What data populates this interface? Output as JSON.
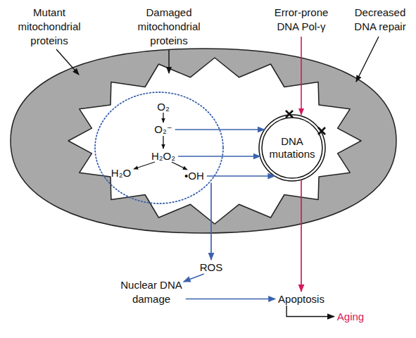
{
  "diagram": {
    "nodes": [
      {
        "text": [
          "O₂",
          "O₂⁻",
          "H₂O₂",
          "H₂O",
          "•OH"
        ]
      },
      {
        "text": [
          "DNA mutations"
        ]
      },
      {
        "text": [
          "ROS"
        ]
      },
      {
        "text": [
          "Nuclear DNA damage"
        ]
      },
      {
        "text": [
          "Apoptosis"
        ]
      },
      {
        "text": [
          "Aging"
        ]
      }
    ],
    "edges": [
      {
        "from": 0,
        "to": 1,
        "arrow": "to"
      },
      {
        "from": 0,
        "to": 1,
        "arrow": "to"
      },
      {
        "from": 0,
        "to": 1,
        "arrow": "to"
      },
      {
        "from": 0,
        "to": 2,
        "arrow": "to"
      },
      {
        "from": 2,
        "to": 3,
        "arrow": "to"
      },
      {
        "from": 3,
        "to": 4,
        "arrow": "to"
      },
      {
        "from": 1,
        "to": 4,
        "arrow": "to"
      },
      {
        "from": 4,
        "to": 5,
        "arrow": "to"
      }
    ],
    "labels": [
      "Mutant mitochondrial proteins",
      "Damaged mitochondrial proteins",
      "Error-prone DNA Pol-γ",
      "Decreased DNA repair"
    ]
  }
}
